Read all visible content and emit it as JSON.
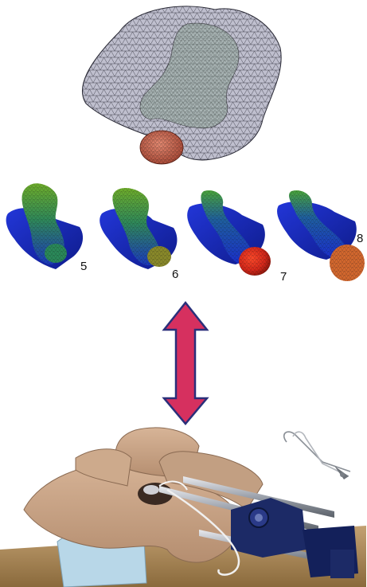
{
  "stage_labels": {
    "s5": "5",
    "s6": "6",
    "s7": "7",
    "s8": "8"
  },
  "colors": {
    "mesh_fill": "#8a8aa6",
    "mesh_line": "#2a2a36",
    "head_red": "#d5573e",
    "arrow_fill": "#d6305f",
    "arrow_stroke": "#2a2f7a",
    "model_blue": "#1a2fd0",
    "model_green": "#3da33a",
    "manikin_skin": "#c9a587",
    "table_wood": "#a88a5c",
    "rail_blue": "#1c2a66",
    "box_lightblue": "#b8d7e8"
  },
  "icons": {
    "arrow": "double-vertical-arrow-icon",
    "forceps": "forceps-icon"
  }
}
